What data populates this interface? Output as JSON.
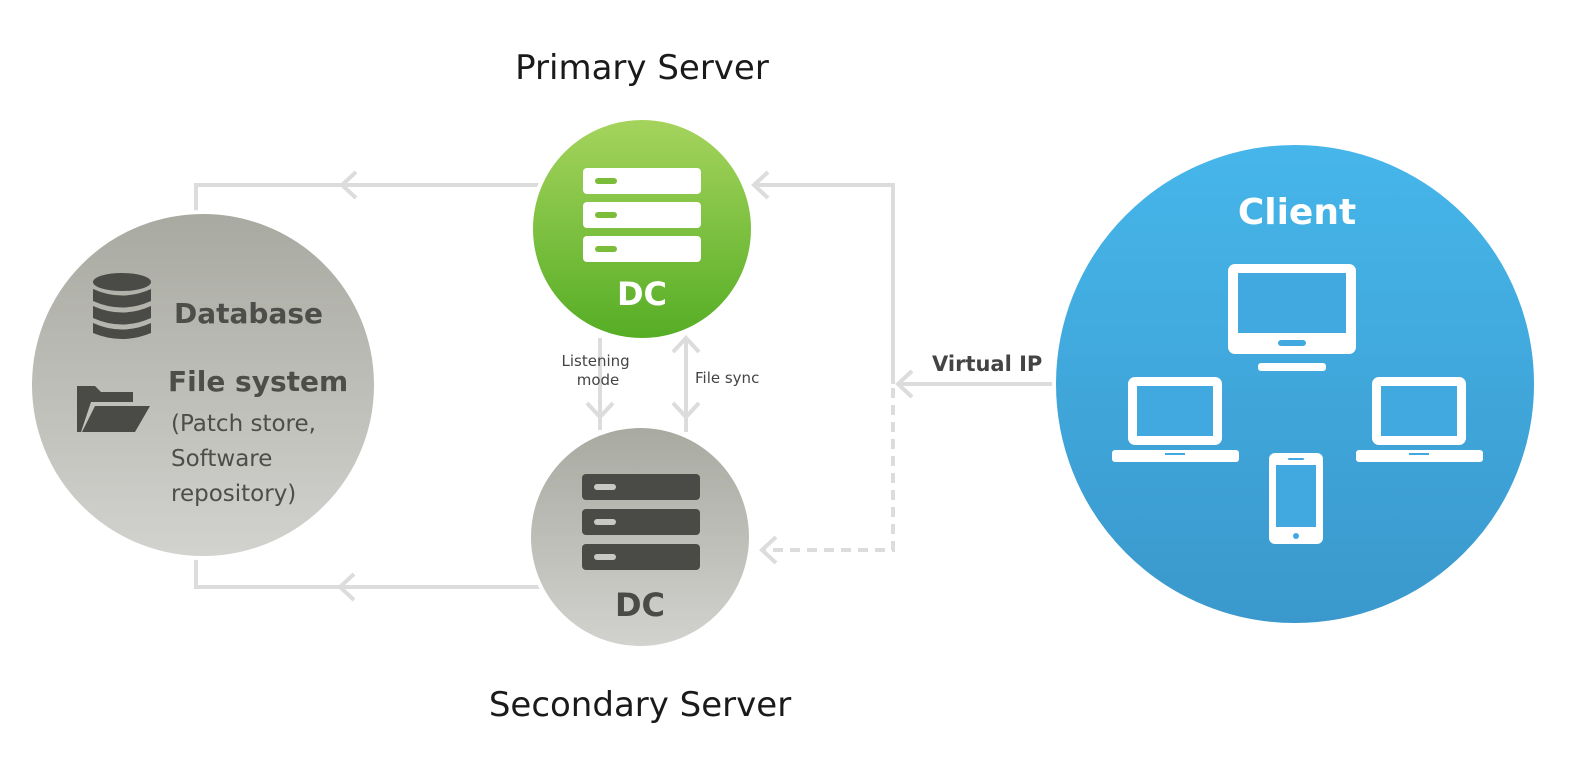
{
  "primary": {
    "title": "Primary Server",
    "badge": "DC"
  },
  "secondary": {
    "title": "Secondary Server",
    "badge": "DC"
  },
  "links": {
    "listening": [
      "Listening",
      "mode"
    ],
    "file_sync": "File sync",
    "virtual_ip": "Virtual IP"
  },
  "storage": {
    "database": "Database",
    "file_system": "File system",
    "file_system_note": [
      "(Patch store,",
      "Software",
      "repository)"
    ]
  },
  "client": {
    "title": "Client"
  },
  "icons": [
    "server-stack-icon",
    "database-icon",
    "folder-icon",
    "monitor-icon",
    "laptop-icon",
    "phone-icon"
  ],
  "colors": {
    "primary_green": "#6db52e",
    "client_blue": "#3fa6dc",
    "gray_node": "#b4b4ad",
    "connector": "#dddddd",
    "dark_icon": "#4a4a46"
  }
}
